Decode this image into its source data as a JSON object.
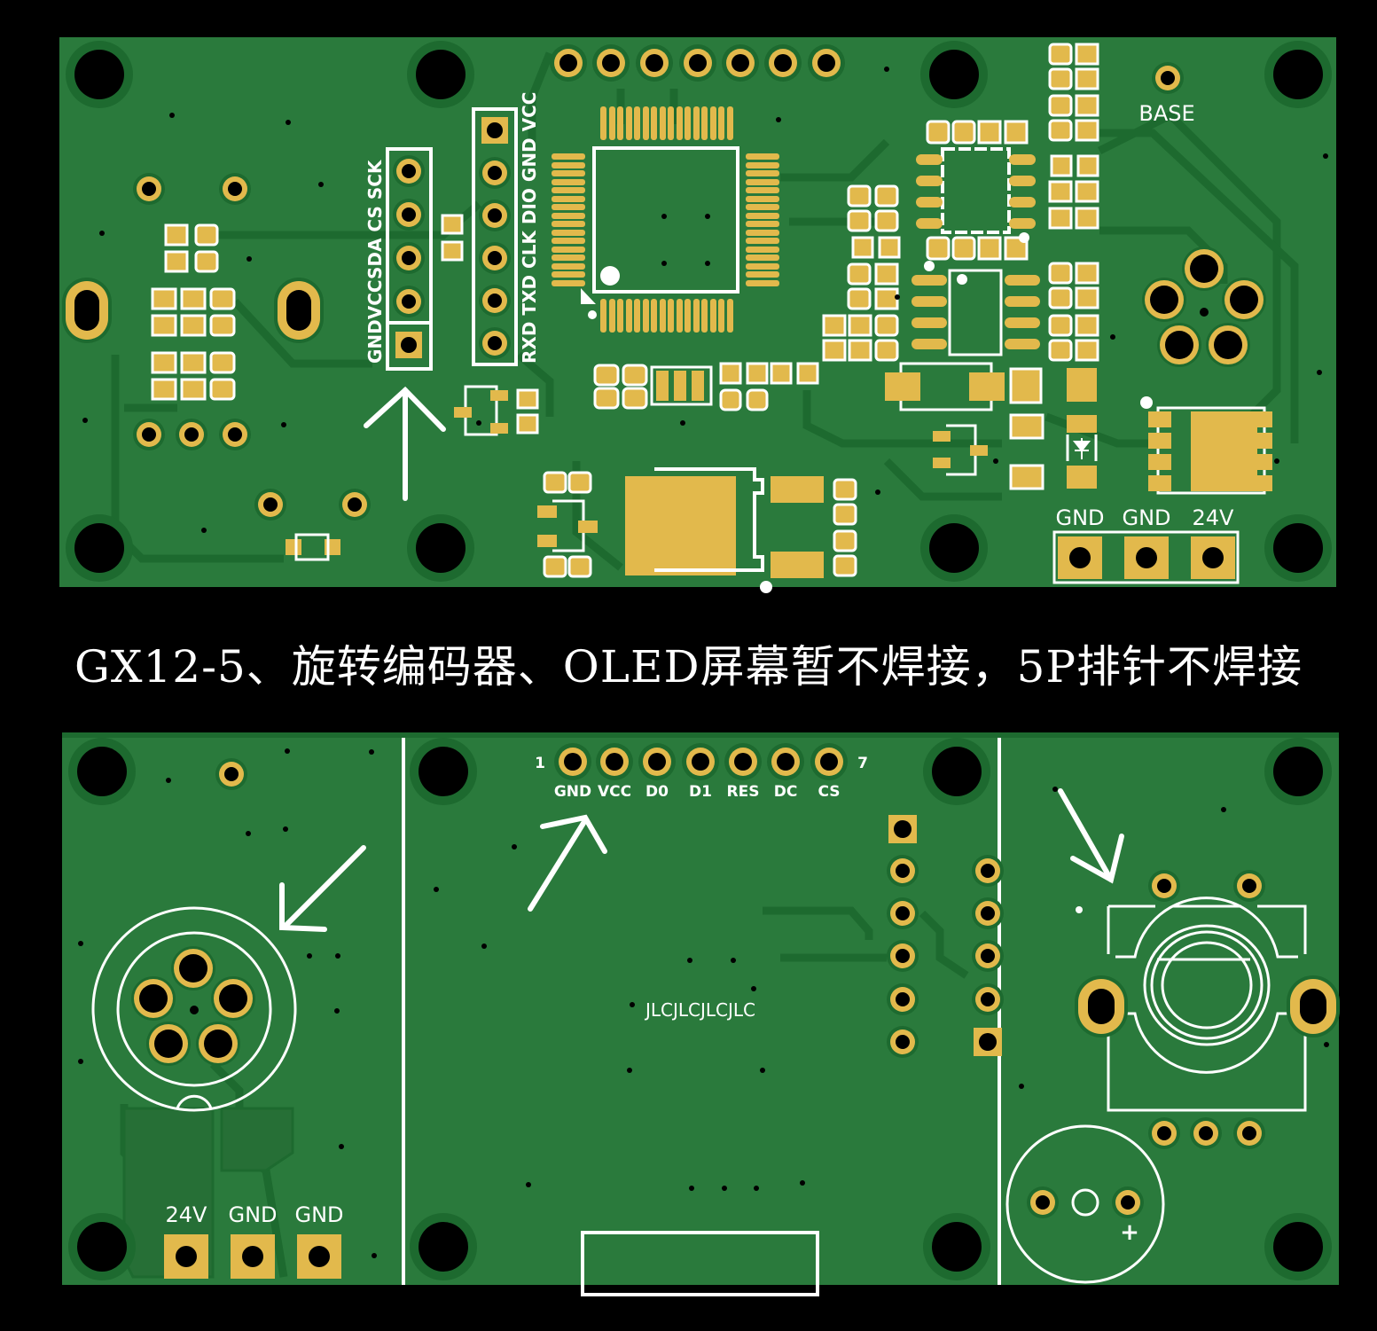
{
  "colors": {
    "background": "#000000",
    "board": "#2a7a3c",
    "trace": "#1d6a2f",
    "copper": "#e2b94c",
    "silkscreen": "#ffffff",
    "hole": "#000000"
  },
  "caption": "GX12-5、旋转编码器、OLED屏幕暂不焊接，5P排针不焊接",
  "top_board": {
    "header_5p_labels": [
      "GND",
      "VCC",
      "SDA",
      "CS",
      "SCK"
    ],
    "header_5p_label_text": "GNDVCCSDA CS SCK",
    "header_6p_label_text": "RXD TXD CLK DIO GND VCC",
    "header_6p_labels": [
      "RXD",
      "TXD",
      "CLK",
      "DIO",
      "GND",
      "VCC"
    ],
    "base_label": "BASE",
    "power_labels": [
      "GND",
      "GND",
      "24V"
    ]
  },
  "bottom_board": {
    "oled_pin_start": "1",
    "oled_pin_end": "7",
    "oled_pins": [
      "GND",
      "VCC",
      "D0",
      "D1",
      "RES",
      "DC",
      "CS"
    ],
    "center_text": "JLCJLCJLCJLC",
    "power_labels": [
      "24V",
      "GND",
      "GND"
    ],
    "polarity_mark": "+"
  }
}
